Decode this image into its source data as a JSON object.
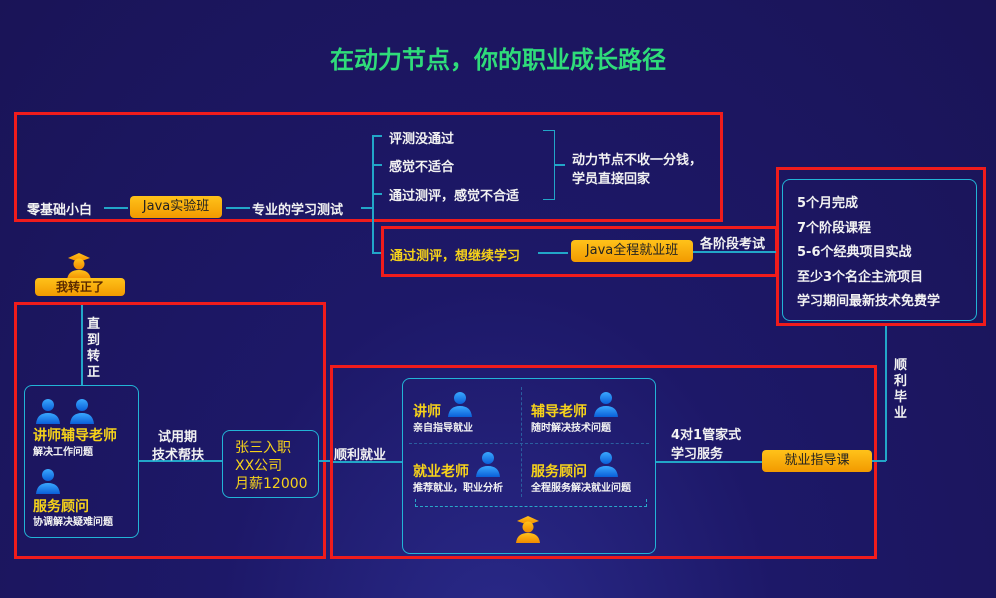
{
  "title": "在动力节点，你的职业成长路径",
  "stage1": {
    "start": "零基础小白",
    "class": "Java实验班",
    "test": "专业的学习测试",
    "fail_options": [
      "评测没通过",
      "感觉不适合",
      "通过测评，感觉不合适"
    ],
    "refund": [
      "动力节点不收一分钱，",
      "学员直接回家"
    ]
  },
  "stage2": {
    "pass": "通过测评，想继续学习",
    "class": "Java全程就业班",
    "exam": "各阶段考试"
  },
  "features": [
    "5个月完成",
    "7个阶段课程",
    "5-6个经典项目实战",
    "至少3个名企主流项目",
    "学习期间最新技术免费学"
  ],
  "graduate": "顺利毕业",
  "badge": "我转正了",
  "until": "直到转正",
  "probation_support": {
    "roles": "讲师辅导老师",
    "roles_desc": "解决工作问题",
    "advisor": "服务顾问",
    "advisor_desc": "协调解决疑难问题"
  },
  "probation": [
    "试用期",
    "技术帮扶"
  ],
  "offer": [
    "张三入职",
    "XX公司",
    "月薪12000"
  ],
  "employed": "顺利就业",
  "team": [
    {
      "role": "讲师",
      "desc": "亲自指导就业"
    },
    {
      "role": "辅导老师",
      "desc": "随时解决技术问题"
    },
    {
      "role": "就业老师",
      "desc": "推荐就业，职业分析"
    },
    {
      "role": "服务顾问",
      "desc": "全程服务解决就业问题"
    }
  ],
  "service": [
    "4对1管家式",
    "学习服务"
  ],
  "guide_course": "就业指导课"
}
